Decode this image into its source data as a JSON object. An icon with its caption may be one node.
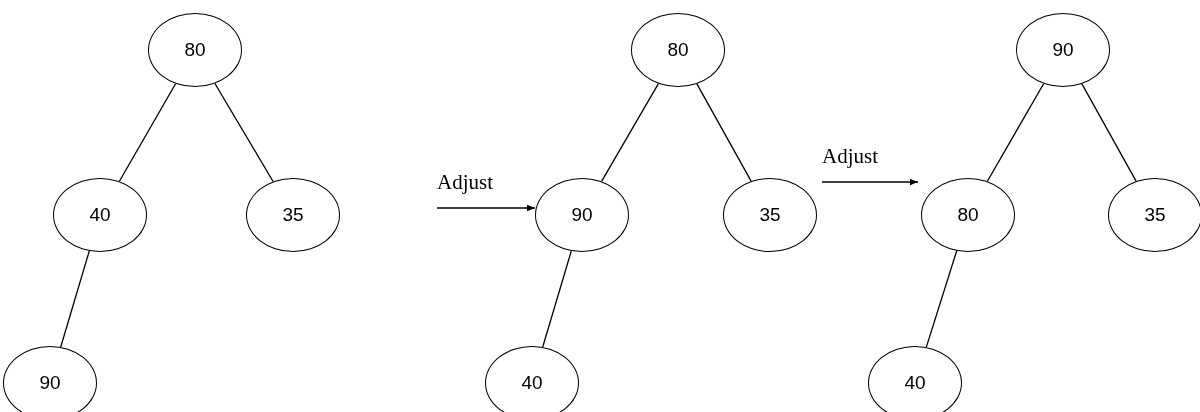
{
  "diagram": {
    "nodes": [
      {
        "text": [
          "80"
        ]
      },
      {
        "text": [
          "40"
        ]
      },
      {
        "text": [
          "35"
        ]
      },
      {
        "text": [
          "90"
        ]
      },
      {
        "text": [
          "80"
        ]
      },
      {
        "text": [
          "90"
        ]
      },
      {
        "text": [
          "35"
        ]
      },
      {
        "text": [
          "40"
        ]
      },
      {
        "text": [
          "90"
        ]
      },
      {
        "text": [
          "80"
        ]
      },
      {
        "text": [
          "35"
        ]
      },
      {
        "text": [
          "40"
        ]
      }
    ],
    "edges": [
      {
        "from": 0,
        "to": 1,
        "arrow": "none"
      },
      {
        "from": 0,
        "to": 2,
        "arrow": "none"
      },
      {
        "from": 1,
        "to": 3,
        "arrow": "none"
      },
      {
        "from": 4,
        "to": 5,
        "arrow": "none"
      },
      {
        "from": 4,
        "to": 6,
        "arrow": "none"
      },
      {
        "from": 5,
        "to": 7,
        "arrow": "none"
      },
      {
        "from": 8,
        "to": 9,
        "arrow": "none"
      },
      {
        "from": 8,
        "to": 10,
        "arrow": "none"
      },
      {
        "from": 9,
        "to": 11,
        "arrow": "none"
      },
      {
        "from": null,
        "to": 5,
        "arrow": "to",
        "label": "Adjust"
      },
      {
        "from": 6,
        "to": 9,
        "arrow": "to",
        "label": "Adjust"
      }
    ]
  }
}
